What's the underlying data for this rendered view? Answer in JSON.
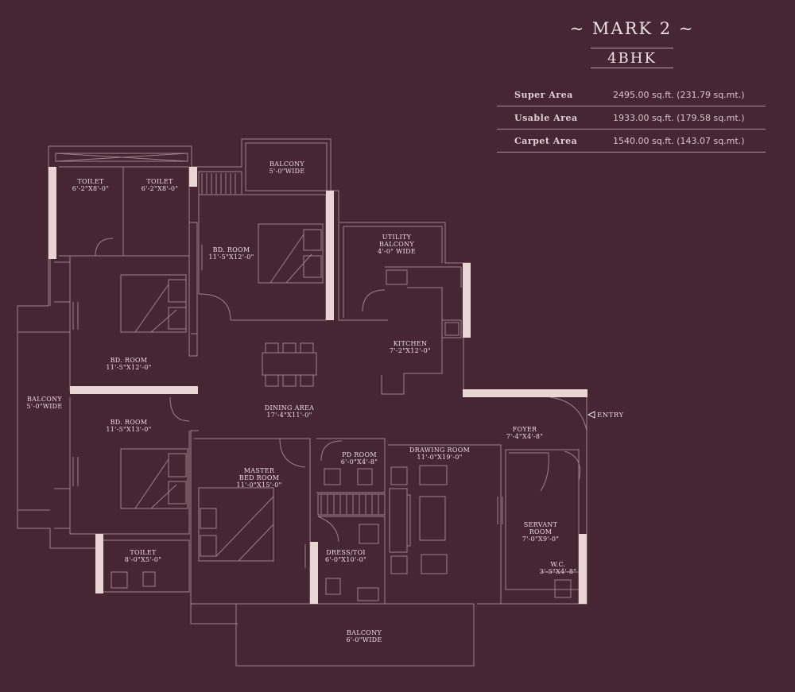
{
  "header": {
    "title": "~ MARK 2 ~",
    "type": "4BHK"
  },
  "areas": [
    {
      "label": "Super Area",
      "value": "2495.00 sq.ft. (231.79 sq.mt.)"
    },
    {
      "label": "Usable Area",
      "value": "1933.00 sq.ft. (179.58 sq.mt.)"
    },
    {
      "label": "Carpet Area",
      "value": "1540.00 sq.ft. (143.07 sq.mt.)"
    }
  ],
  "rooms": {
    "toilet1": {
      "name": "TOILET",
      "size": "6'-2\"X8'-0\""
    },
    "toilet2": {
      "name": "TOILET",
      "size": "6'-2\"X8'-0\""
    },
    "balcony_top": {
      "name": "BALCONY",
      "size": "5'-0\"WIDE"
    },
    "bd_room_top": {
      "name": "BD. ROOM",
      "size": "11'-5\"X12'-0\""
    },
    "utility": {
      "name": "UTILITY",
      "name2": "BALCONY",
      "size": "4'-0\" WIDE"
    },
    "bd_room_left": {
      "name": "BD. ROOM",
      "size": "11'-5\"X12'-0\""
    },
    "kitchen": {
      "name": "KITCHEN",
      "size": "7'-2\"X12'-0\""
    },
    "balcony_left": {
      "name": "BALCONY",
      "size": "5'-0\"WIDE"
    },
    "dining": {
      "name": "DINING AREA",
      "size": "17'-4\"X11'-0\""
    },
    "bd_room_lower": {
      "name": "BD. ROOM",
      "size": "11'-5\"X13'-0\""
    },
    "foyer": {
      "name": "FOYER",
      "size": "7'-4\"X4'-8\""
    },
    "entry": "ENTRY",
    "master": {
      "name": "MASTER",
      "name2": "BED ROOM",
      "size": "11'-0\"X15'-0\""
    },
    "pd_room": {
      "name": "PD ROOM",
      "size": "6'-0\"X4'-8\""
    },
    "drawing": {
      "name": "DRAWING ROOM",
      "size": "11'-0\"X19'-0\""
    },
    "servant": {
      "name": "SERVANT",
      "name2": "ROOM",
      "size": "7'-0\"X9'-0\""
    },
    "toilet3": {
      "name": "TOILET",
      "size": "8'-0\"X5'-0\""
    },
    "dress": {
      "name": "DRESS/TOI",
      "size": "6'-0\"X10'-0\""
    },
    "wc": {
      "name": "W.C.",
      "size": "3'-5\"X4'-8\""
    },
    "balcony_bottom": {
      "name": "BALCONY",
      "size": "6'-0\"WIDE"
    }
  },
  "colors": {
    "background": "#472633",
    "line": "#9c8088",
    "wall": "#e9d6d4",
    "text": "#eadde0"
  }
}
